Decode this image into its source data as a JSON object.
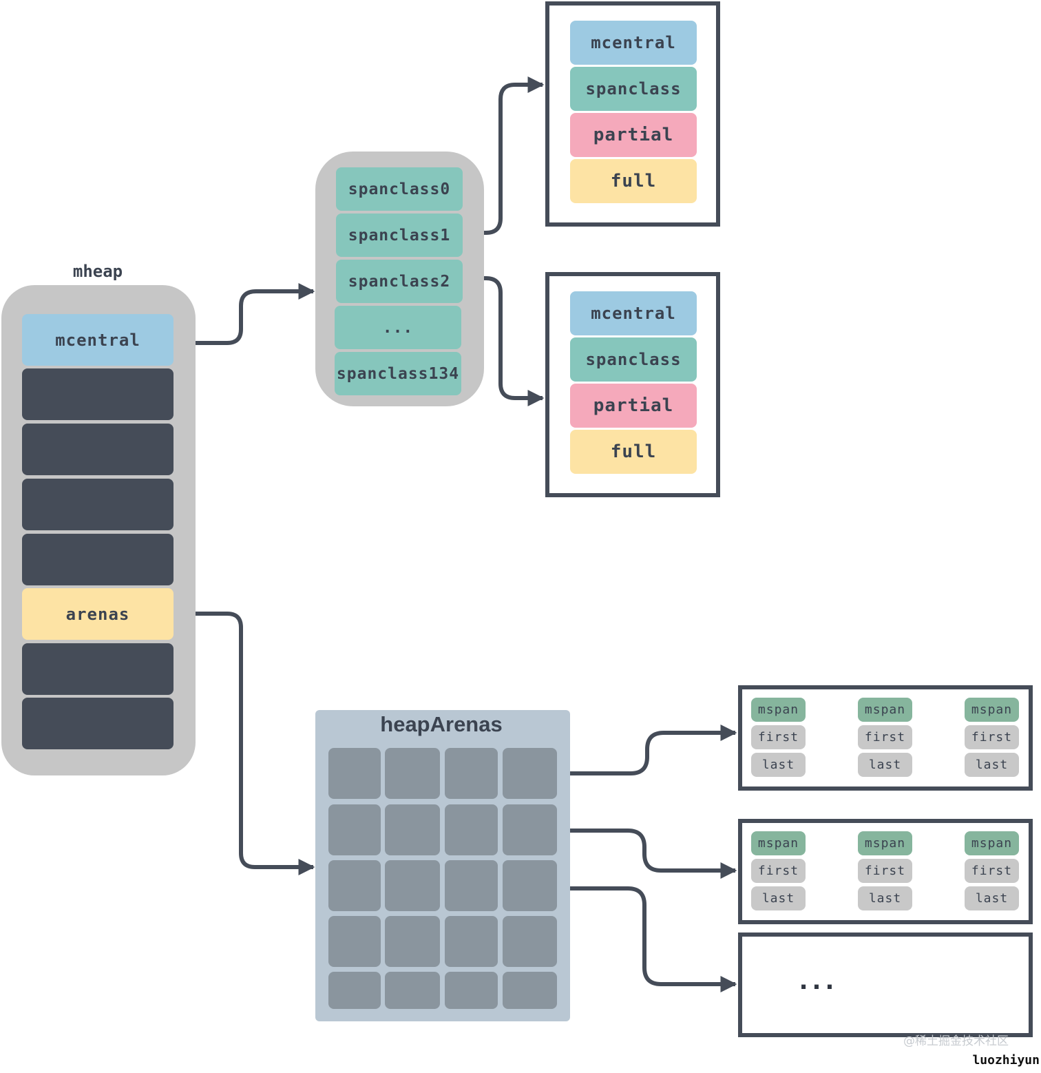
{
  "mheap": {
    "title": "mheap",
    "mcentral_label": "mcentral",
    "arenas_label": "arenas"
  },
  "central_array": {
    "items": [
      "spanclass0",
      "spanclass1",
      "spanclass2",
      "...",
      "spanclass134"
    ]
  },
  "mcentral_boxes": [
    {
      "fields": [
        "mcentral",
        "spanclass",
        "partial",
        "full"
      ]
    },
    {
      "fields": [
        "mcentral",
        "spanclass",
        "partial",
        "full"
      ]
    }
  ],
  "heap_arenas": {
    "title": "heapArenas",
    "rows": 5,
    "cols": 4
  },
  "mspan_lists": [
    {
      "nodes": [
        {
          "name": "mspan",
          "first": "first",
          "last": "last"
        },
        {
          "name": "mspan",
          "first": "first",
          "last": "last"
        },
        {
          "name": "mspan",
          "first": "first",
          "last": "last"
        }
      ]
    },
    {
      "nodes": [
        {
          "name": "mspan",
          "first": "first",
          "last": "last"
        },
        {
          "name": "mspan",
          "first": "first",
          "last": "last"
        },
        {
          "name": "mspan",
          "first": "first",
          "last": "last"
        }
      ]
    }
  ],
  "more_box": {
    "label": "..."
  },
  "watermark": "@稀土掘金技术社区",
  "author": "luozhiyun",
  "colors": {
    "mcentral": "#9dcae2",
    "spanclass": "#86c6bc",
    "partial": "#f5a9bb",
    "full": "#fde3a4",
    "line": "#454c58"
  }
}
